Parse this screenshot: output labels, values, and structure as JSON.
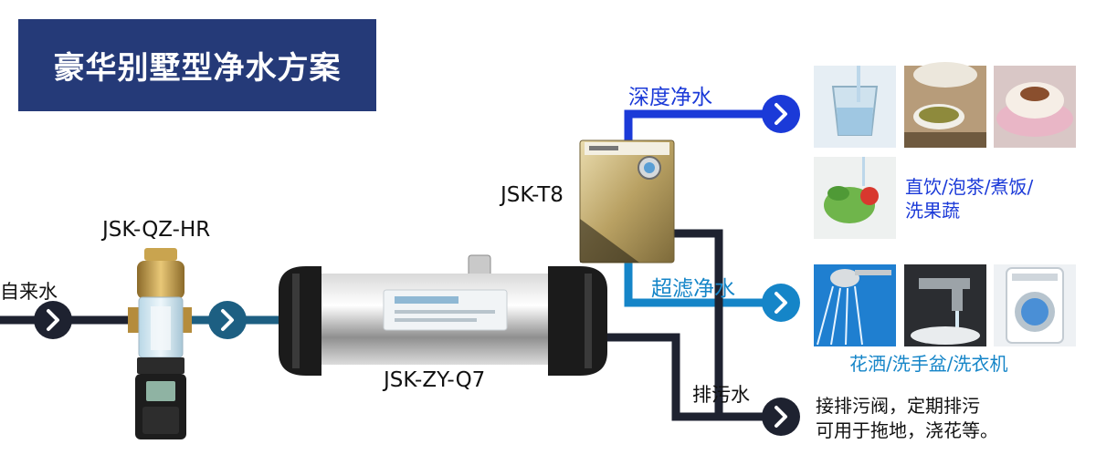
{
  "title": "豪华别墅型净水方案",
  "inlet_label": "自来水",
  "devices": {
    "prefilter": "JSK-QZ-HR",
    "central": "JSK-ZY-Q7",
    "purifier": "JSK-T8"
  },
  "outputs": {
    "deep": {
      "label": "深度净水",
      "uses_line1": "直饮/泡茶/煮饭/",
      "uses_line2": "洗果蔬",
      "photos": [
        "water-glass",
        "tea-cup",
        "rice-bowl",
        "washing-vegetables"
      ]
    },
    "ultra": {
      "label": "超滤净水",
      "uses": "花洒/洗手盆/洗衣机",
      "photos": [
        "shower-head",
        "faucet-basin",
        "washing-machine"
      ]
    },
    "drain": {
      "label": "排污水",
      "note_line1": "接排污阀，定期排污",
      "note_line2": "可用于拖地，浇花等。"
    }
  },
  "colors": {
    "title_bg": "#253a78",
    "pipe_dark": "#1e2230",
    "pipe_teal": "#1d5f82",
    "pipe_cyan": "#1585c8",
    "pipe_blue": "#1b3ad8",
    "text_blue": "#1b3ad8",
    "text_cyan": "#1585c8"
  }
}
